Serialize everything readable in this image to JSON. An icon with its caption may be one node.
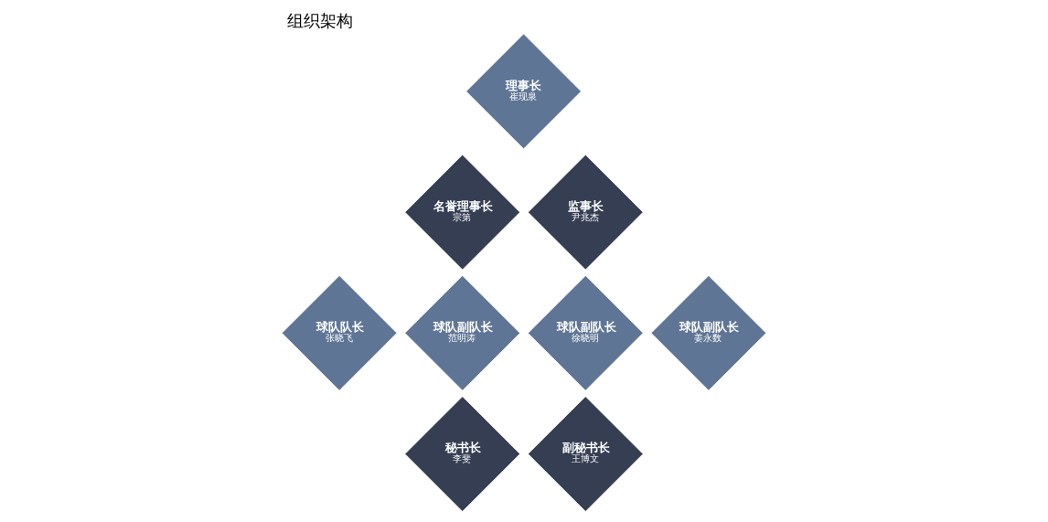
{
  "diagram": {
    "title": "组织架构",
    "nodes": [
      {
        "text": [
          "理事长",
          "崔现泉"
        ]
      },
      {
        "text": [
          "名誉理事长",
          "宗第"
        ]
      },
      {
        "text": [
          "监事长",
          "尹兆杰"
        ]
      },
      {
        "text": [
          "球队队长",
          "张晓飞"
        ]
      },
      {
        "text": [
          "球队副队长",
          "范明涛"
        ]
      },
      {
        "text": [
          "球队副队长",
          "徐晓明"
        ]
      },
      {
        "text": [
          "球队副队长",
          "姜永数"
        ]
      },
      {
        "text": [
          "秘书长",
          "李斐"
        ]
      },
      {
        "text": [
          "副秘书长",
          "王博文"
        ]
      }
    ],
    "edges": []
  }
}
